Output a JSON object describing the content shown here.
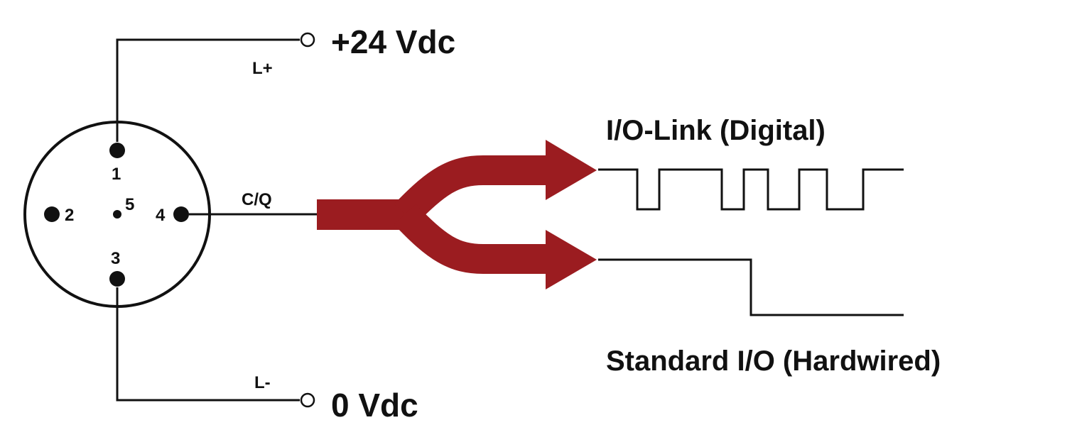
{
  "supply": {
    "positive_label": "+24 Vdc",
    "positive_line": "L+",
    "negative_label": "0 Vdc",
    "negative_line": "L-"
  },
  "connector": {
    "pins": [
      "1",
      "2",
      "3",
      "4",
      "5"
    ],
    "signal_line": "C/Q"
  },
  "outputs": {
    "digital_label": "I/O-Link (Digital)",
    "hardwired_label": "Standard I/O (Hardwired)"
  },
  "colors": {
    "arrow": "#9b1c20",
    "line": "#111111"
  }
}
